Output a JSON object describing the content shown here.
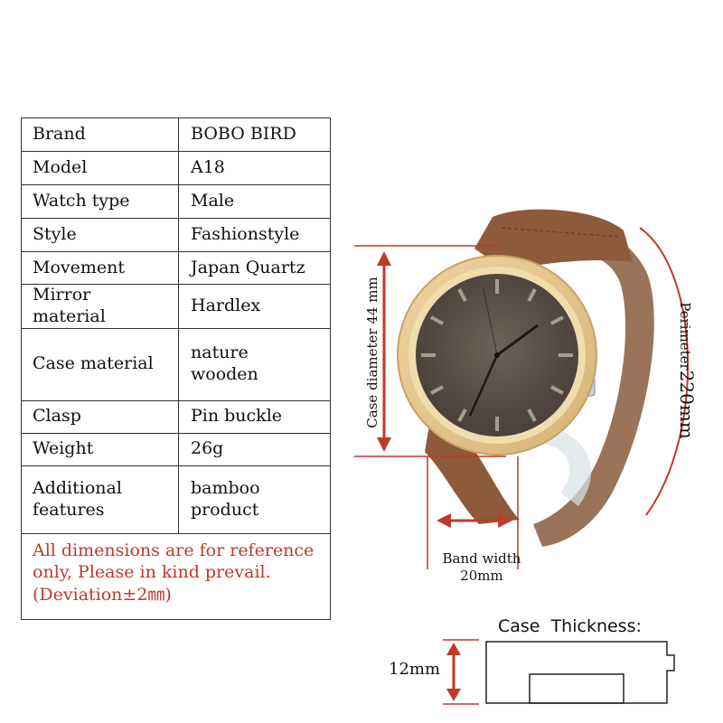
{
  "specs": [
    {
      "label": "Brand",
      "value": "BOBO BIRD"
    },
    {
      "label": "Model",
      "value": "A18"
    },
    {
      "label": "Watch type",
      "value": "Male"
    },
    {
      "label": "Style",
      "value": "Fashionstyle"
    },
    {
      "label": "Movement",
      "value": "Japan Quartz"
    },
    {
      "label": "Mirror material",
      "value": "Hardlex"
    },
    {
      "label": "Case material",
      "value": "nature wooden"
    },
    {
      "label": "Clasp",
      "value": "Pin buckle"
    },
    {
      "label": "Weight",
      "value": "26g"
    },
    {
      "label": "Additional features",
      "value": "bamboo product"
    }
  ],
  "note": "All dimensions are for reference only, Please in kind prevail. (Deviation±2㎜)",
  "dimensions": {
    "case_diameter": "Case diameter 44 mm",
    "perimeter_label": "Perimeter",
    "perimeter_value": "220mm",
    "band_width_label": "Band width",
    "band_width_value": "20mm",
    "thickness_title": "Case  Thickness:",
    "thickness_value": "12mm"
  },
  "colors": {
    "dimension_line": "#c0392b",
    "note_text": "#c0392b",
    "bamboo": "#e3c48a",
    "dial": "#5a5048",
    "leather": "#8a5a3c"
  }
}
